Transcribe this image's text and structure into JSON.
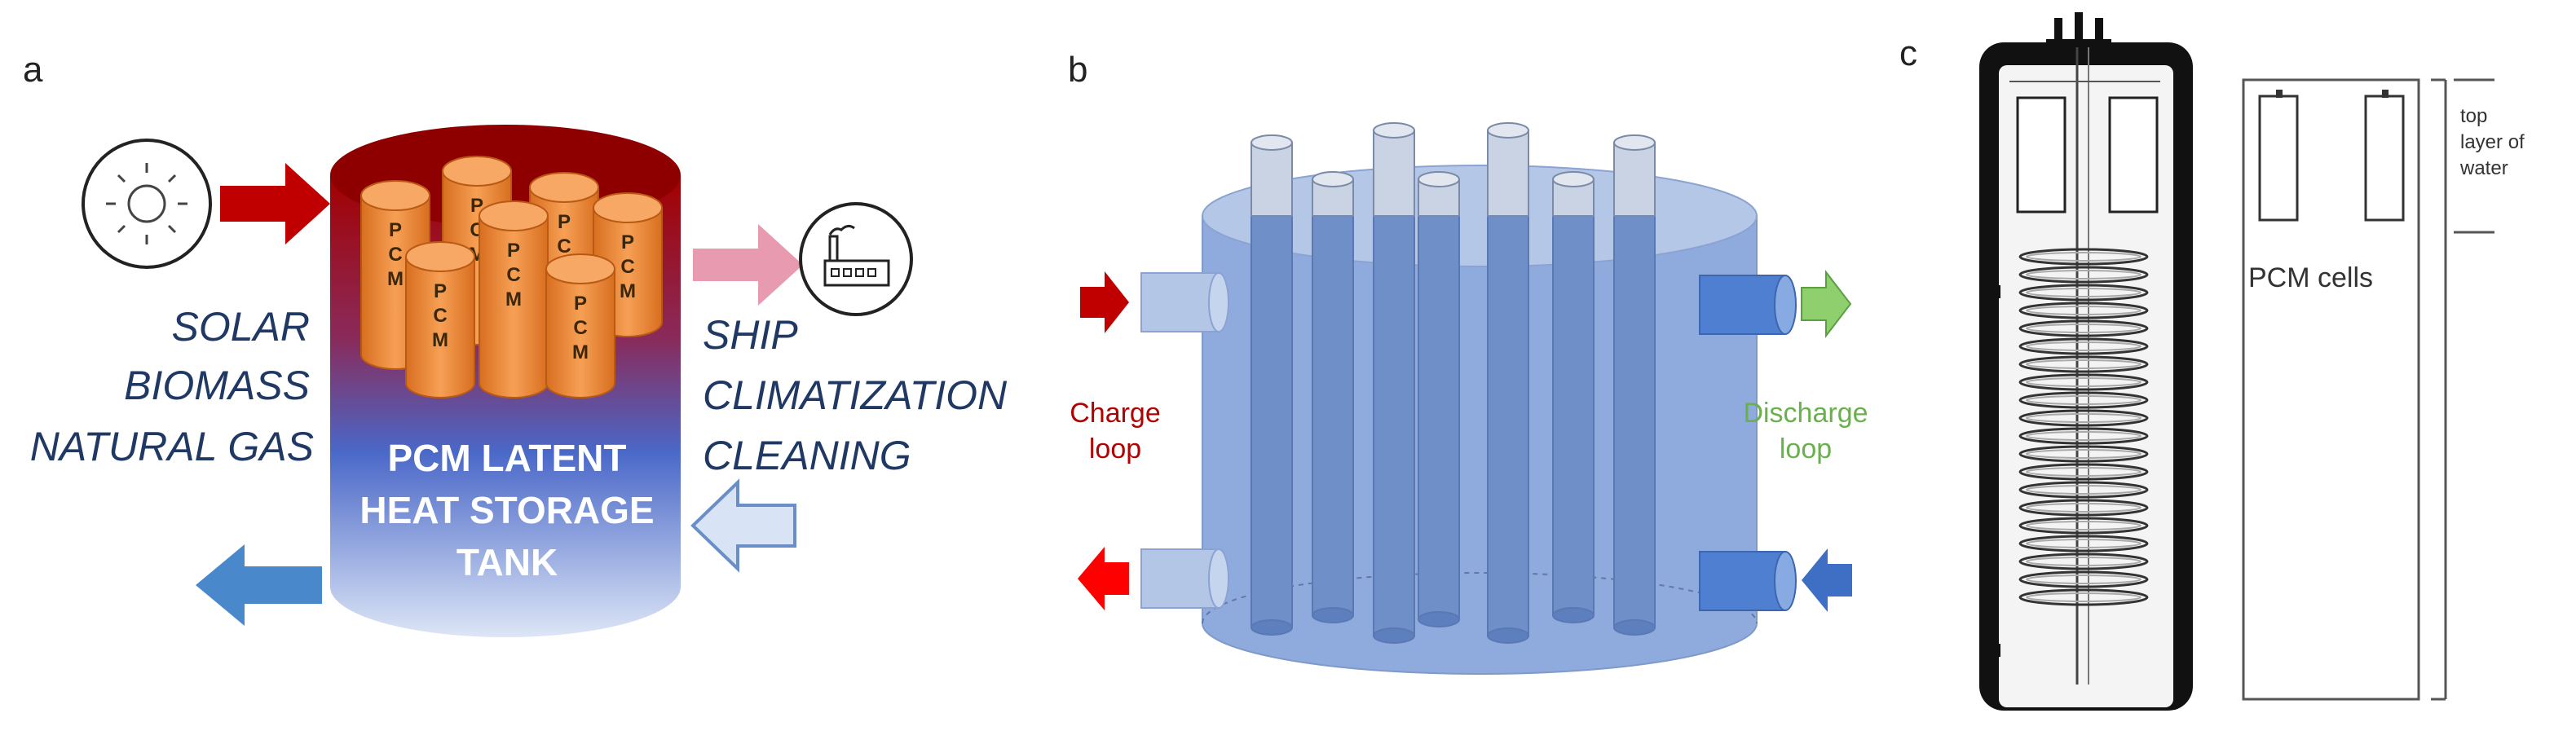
{
  "panel_a": {
    "letter": "a",
    "sources": [
      "SOLAR",
      "BIOMASS",
      "NATURAL GAS"
    ],
    "uses": [
      "SHIP",
      "CLIMATIZATION",
      "CLEANING"
    ],
    "tank_label": [
      "PCM LATENT",
      "HEAT STORAGE",
      "TANK"
    ],
    "pcm_letters": [
      "P",
      "C",
      "M"
    ],
    "icons": [
      "sun-icon",
      "factory-icon"
    ],
    "colors": {
      "hot": "#c00000",
      "cold": "#4a78c8",
      "pcm": "#ee8a3a",
      "text": "#1f3864"
    }
  },
  "panel_b": {
    "letter": "b",
    "charge_label": [
      "Charge",
      "loop"
    ],
    "discharge_label": [
      "Discharge",
      "loop"
    ],
    "colors": {
      "charge": "#b30000",
      "discharge": "#6ab04c",
      "tank": "#8faadc"
    }
  },
  "panel_c": {
    "letter": "c",
    "pcm_cells_label": "PCM cells",
    "top_layer_label": [
      "top",
      "layer of",
      "water"
    ]
  }
}
